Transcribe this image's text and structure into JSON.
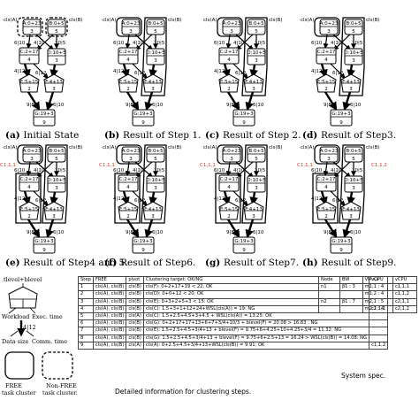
{
  "panels": [
    {
      "label": "(a)",
      "caption": "Initial State"
    },
    {
      "label": "(b)",
      "caption": "Result of Step 1."
    },
    {
      "label": "(c)",
      "caption": "Result of Step 2."
    },
    {
      "label": "(d)",
      "caption": "Result of Step3."
    },
    {
      "label": "(e)",
      "caption": "Result of Step4 and 5."
    },
    {
      "label": "(f)",
      "caption": "Result of Step6."
    },
    {
      "label": "(g)",
      "caption": "Result of Step7."
    },
    {
      "label": "(h)",
      "caption": "Result of Step9."
    }
  ],
  "cluster_labels": {
    "cls_a": "cls(A)",
    "cls_b": "cls(B)",
    "c111": "C1,1,1",
    "c112": "C1,1,2"
  },
  "nodes": {
    "A": {
      "top": "A:0+23",
      "bottom": "3"
    },
    "B": {
      "top": "B:0+5",
      "bottom": "5"
    },
    "C": {
      "top": "C:2+17",
      "bottom": "4"
    },
    "D": {
      "top": "D:10+5",
      "bottom": "3"
    },
    "E": {
      "top": "E:5+15",
      "bottom": "2"
    },
    "F": {
      "top": "F:4+13",
      "bottom": "3"
    },
    "G": {
      "top": "G:19+3",
      "bottom": "9"
    }
  },
  "edge_labels": [
    "6|10",
    "4|10",
    "10|5",
    "4|12",
    "6|12",
    "9|8",
    "6|10"
  ],
  "legend": {
    "tlevel": "tlevel+blevel",
    "workload": "Workload",
    "exec_time": "Exec. time",
    "data_size": "Data size",
    "comm_time": "Comm. time",
    "free_cluster": "FREE task cluster",
    "nonfree_cluster": "Non-FREE task cluster."
  },
  "steps_table": {
    "headers": [
      "Step",
      "FREE",
      "pivot",
      "Clustering target: OK/NG",
      "vCPU"
    ],
    "rows": [
      [
        "1",
        "cls(A), cls(B)",
        "cls(B)",
        "cls(F): 0+2+17+19 < 22: OK",
        ""
      ],
      [
        "2",
        "cls(A), cls(B)",
        "cls(B)",
        "cls(D): 0+0+12 < 20: OK",
        ""
      ],
      [
        "3",
        "cls(A), cls(B)",
        "cls(B)",
        "cls(E): 0+3+2+5+3 < 15: OK",
        ""
      ],
      [
        "4",
        "cls(A), cls(B)",
        "cls(B)",
        "cls(C): 1.5+3+1+12+24+WSL(cls(A)) = 19: NG",
        "c1,1,1"
      ],
      [
        "5",
        "cls(A), cls(B)",
        "cls(A)",
        "cls(C): 1.5+2.5+4.5+3+4.5 + WSL(cls(A)) = 13.25: OK",
        ""
      ],
      [
        "6",
        "cls(A), cls(B)",
        "cls(B)",
        "cls(G): 0+2+17+17+13+6+7+3/4+10/3 + blevel(F) = 20.08 > 16.83 : NG",
        ""
      ],
      [
        "7",
        "cls(A), cls(B)",
        "cls(B)",
        "cls(E): 1.5+2.5+4.5+3/4+13 + blevel(F) = 9.75+6+4.25+10+4.25+3/4 = 11.32: NG",
        ""
      ],
      [
        "8",
        "cls(A), cls(B)",
        "cls(B)",
        "cls(G): 1.5+2.5+4.5+3/4+13 + blevel(F) = 9.75+6+2.5+13 = 16.24 > WSL(cls(B)) = 14.08: NG",
        ""
      ],
      [
        "9",
        "cls(A), cls(B)",
        "cls(A)",
        "cls(A): 0+2.5+4.5+3/4+13+WSL(cls(B)) = 9.91: OK",
        "c1,1,2"
      ]
    ],
    "caption": "Detailed information for  clustering steps."
  },
  "spec_table": {
    "headers": [
      "Node",
      "BW",
      "VM i,a",
      "vCPU"
    ],
    "rows": [
      [
        "n1",
        "β1 : 3",
        "m1,1 : 4",
        "c1,1,1"
      ],
      [
        "",
        "",
        "m1,2 : 4",
        "c1,1,2"
      ],
      [
        "n2",
        "β1 : 7",
        "m2,1 : 5",
        "c2,1,1"
      ],
      [
        "",
        "",
        "m2,2 : 4",
        "c2,1,2"
      ]
    ],
    "caption": "System spec."
  }
}
